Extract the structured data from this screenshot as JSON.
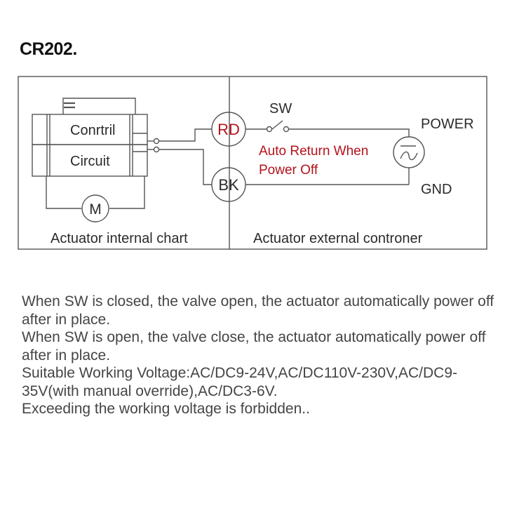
{
  "title": "CR202.",
  "diagram": {
    "internal": {
      "control_label": "Conrtril",
      "circuit_label": "Circuit",
      "motor_label": "M",
      "caption": "Actuator internal chart"
    },
    "terminals": {
      "rd": "RD",
      "bk": "BK"
    },
    "external": {
      "switch_label": "SW",
      "power_label": "POWER",
      "gnd_label": "GND",
      "note_line1": "Auto Return When",
      "note_line2": "Power Off",
      "caption": "Actuator external controner"
    },
    "colors": {
      "note_red": "#b3131b",
      "line": "#555555"
    }
  },
  "notes": [
    "When SW is closed, the valve open, the actuator automatically power off after in place.",
    "When SW is open, the valve close, the actuator automatically power off after in place.",
    "Suitable Working Voltage:AC/DC9-24V,AC/DC110V-230V,AC/DC9-35V(with manual override),AC/DC3-6V.",
    "Exceeding the working  voltage is forbidden.."
  ]
}
